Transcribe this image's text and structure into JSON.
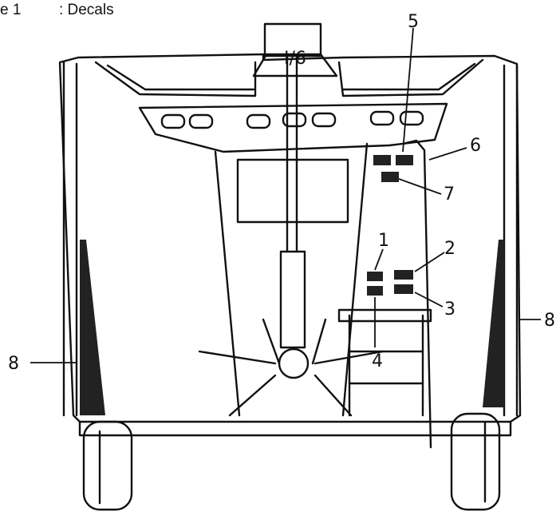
{
  "caption": {
    "figure": "e 1",
    "separator": ":",
    "title": "Decals"
  },
  "callouts": [
    "1",
    "2",
    "3",
    "4",
    "5",
    "6",
    "7",
    "8",
    "8"
  ],
  "mast_text": "I/6"
}
